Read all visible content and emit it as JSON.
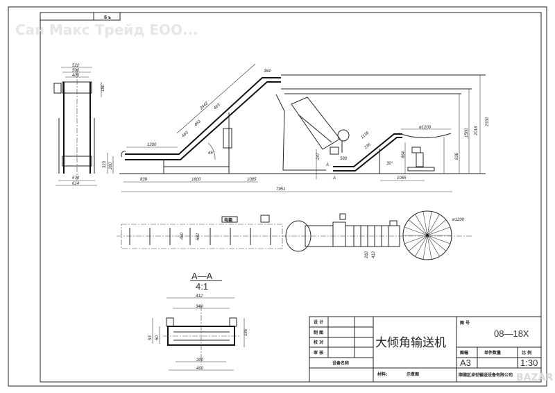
{
  "watermark": "Сан Макс Трейд ЕОО...",
  "corner_tag": "б ъ",
  "bottom_logo": "BAZAR",
  "end_view": {
    "dims": [
      "522",
      "500",
      "400",
      "180",
      "574",
      "614"
    ]
  },
  "side_view": {
    "dims": [
      "1200",
      "2442",
      "463",
      "463",
      "463",
      "45°",
      "384",
      "839",
      "1600",
      "1085",
      "323",
      "260",
      "7951"
    ]
  },
  "right_view": {
    "dims": [
      "1136",
      "236",
      "580",
      "247",
      "30°",
      "864",
      "1065",
      "ø1200",
      "836",
      "1580",
      "2018",
      "2330",
      "A",
      "A"
    ]
  },
  "plan_view": {
    "dims": [
      "电箱",
      "460",
      "580",
      "260",
      "412",
      "ø1200"
    ]
  },
  "section": {
    "title": "A—A",
    "scale": "4:1",
    "dims": [
      "412",
      "348",
      "53",
      "50",
      "186",
      "300",
      "400"
    ]
  },
  "title_block": {
    "roles": [
      "设 计",
      "制 图",
      "校 对",
      "审 核"
    ],
    "equipment_name_label": "设备名称",
    "product_name": "大倾角输送机",
    "drawing_no_label": "图 号",
    "drawing_no": "08—18X",
    "sheet_label": "图幅",
    "qty_label": "单件数量",
    "scale_label": "比 例",
    "sheet": "A3",
    "scale": "1:30",
    "material_label": "材料:",
    "material_value": "示意图",
    "company": "顺德区卓劲输送设备有限公司"
  }
}
